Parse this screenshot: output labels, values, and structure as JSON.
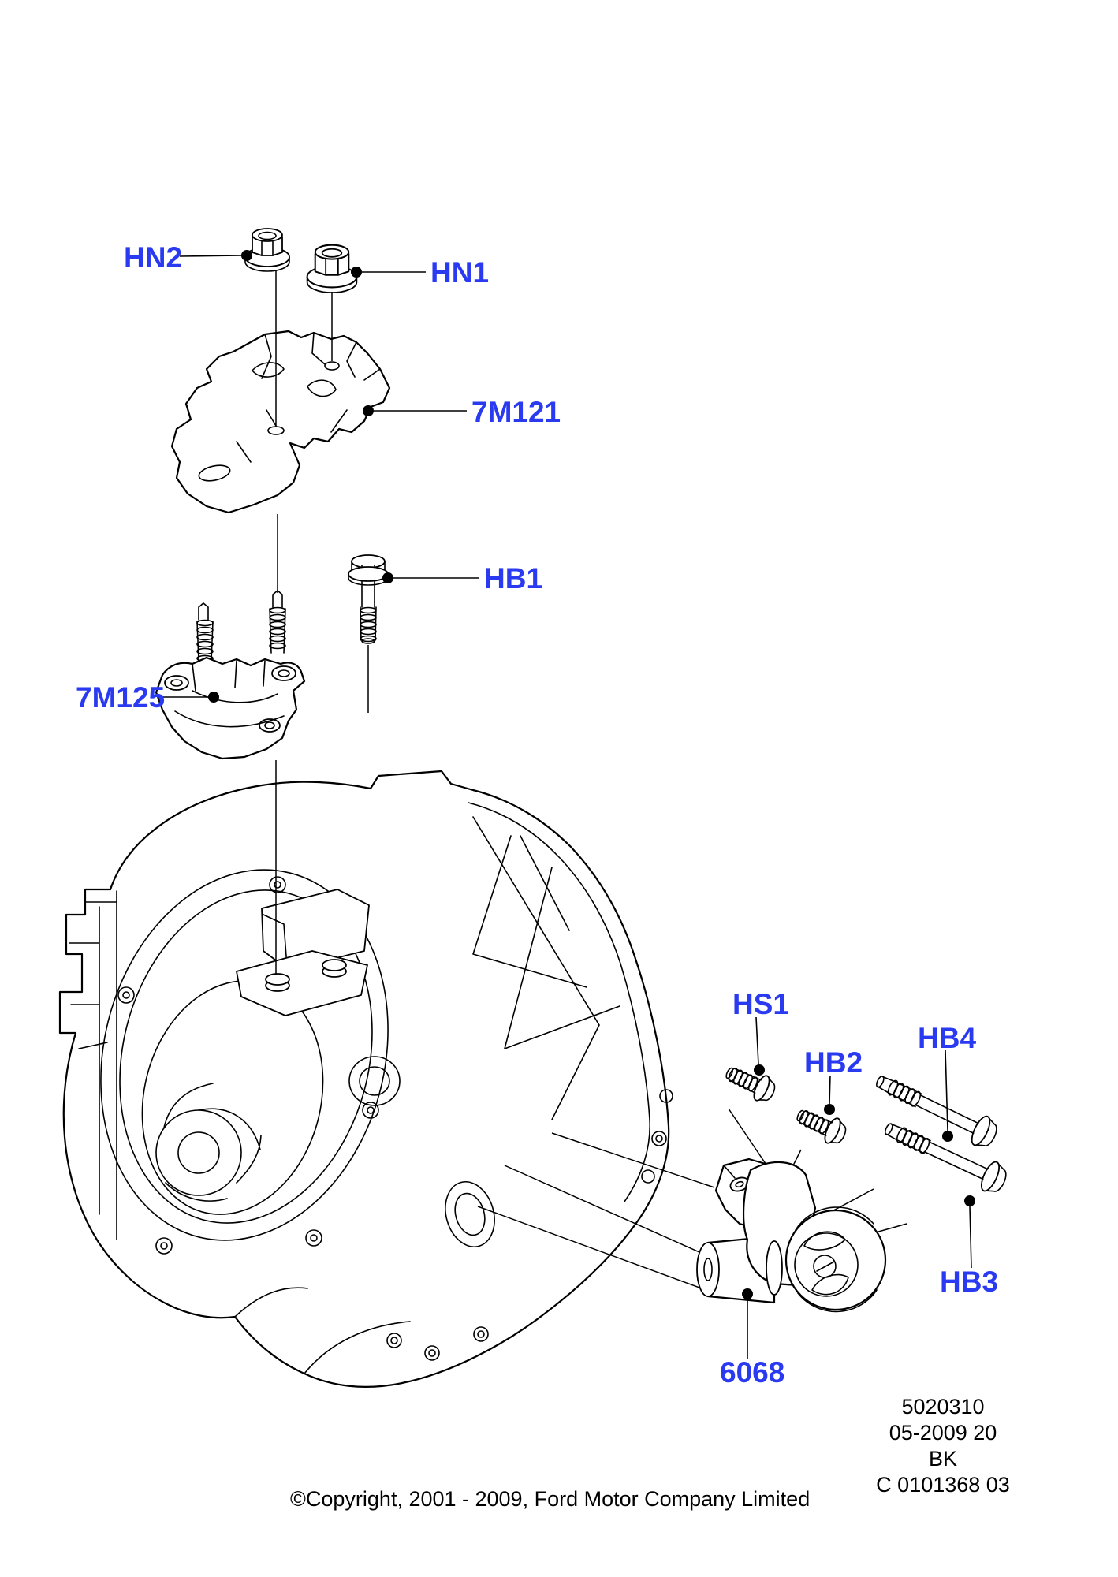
{
  "page": {
    "type": "exploded-parts-diagram",
    "background": "#ffffff"
  },
  "colors": {
    "label": "#2a3af0",
    "line": "#000000",
    "leader_dot": "#000000",
    "footer_text": "#000000"
  },
  "part_labels": {
    "hn2": "HN2",
    "hn1": "HN1",
    "bracket_7m121": "7M121",
    "hb1": "HB1",
    "mount_7m125": "7M125",
    "hs1": "HS1",
    "hb2": "HB2",
    "hb4": "HB4",
    "hb3": "HB3",
    "mount_6068": "6068"
  },
  "footer": {
    "copyright": "©Copyright, 2001 - 2009, Ford Motor Company Limited"
  },
  "reference_block": {
    "catalog_number": "5020310",
    "date_code": "05-2009 20",
    "market_code": "BK",
    "drawing_number": "C 0101368 03"
  }
}
